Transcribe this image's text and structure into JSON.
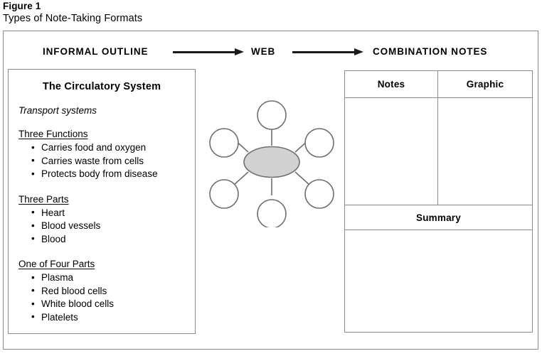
{
  "caption": {
    "figure_label": "Figure 1",
    "figure_title": "Types of Note-Taking Formats"
  },
  "headers": {
    "informal_outline": "INFORMAL OUTLINE",
    "web": "WEB",
    "combination_notes": "COMBINATION NOTES"
  },
  "outline": {
    "title": "The Circulatory System",
    "subtitle": "Transport systems",
    "sections": [
      {
        "heading": "Three Functions",
        "items": [
          "Carries food and oxygen",
          "Carries waste from cells",
          "Protects body from disease"
        ]
      },
      {
        "heading": "Three Parts",
        "items": [
          "Heart",
          "Blood vessels",
          "Blood"
        ]
      },
      {
        "heading": "One of Four Parts",
        "items": [
          "Plasma",
          "Red blood cells",
          "White blood cells",
          "Platelets"
        ]
      }
    ]
  },
  "web_diagram": {
    "center_node_fill": "#d2d2d2",
    "node_stroke": "#6e6e6e",
    "satellite_count": 6,
    "center_label": "",
    "satellite_labels": [
      "",
      "",
      "",
      "",
      "",
      ""
    ]
  },
  "combination_notes": {
    "column_notes": "Notes",
    "column_graphic": "Graphic",
    "summary_label": "Summary",
    "notes_cell_text": "",
    "graphic_cell_text": "",
    "summary_cell_text": ""
  },
  "colors": {
    "border": "#8c8c8c",
    "arrow": "#1a1a1a",
    "page_background": "#ffffff",
    "text": "#000000"
  }
}
